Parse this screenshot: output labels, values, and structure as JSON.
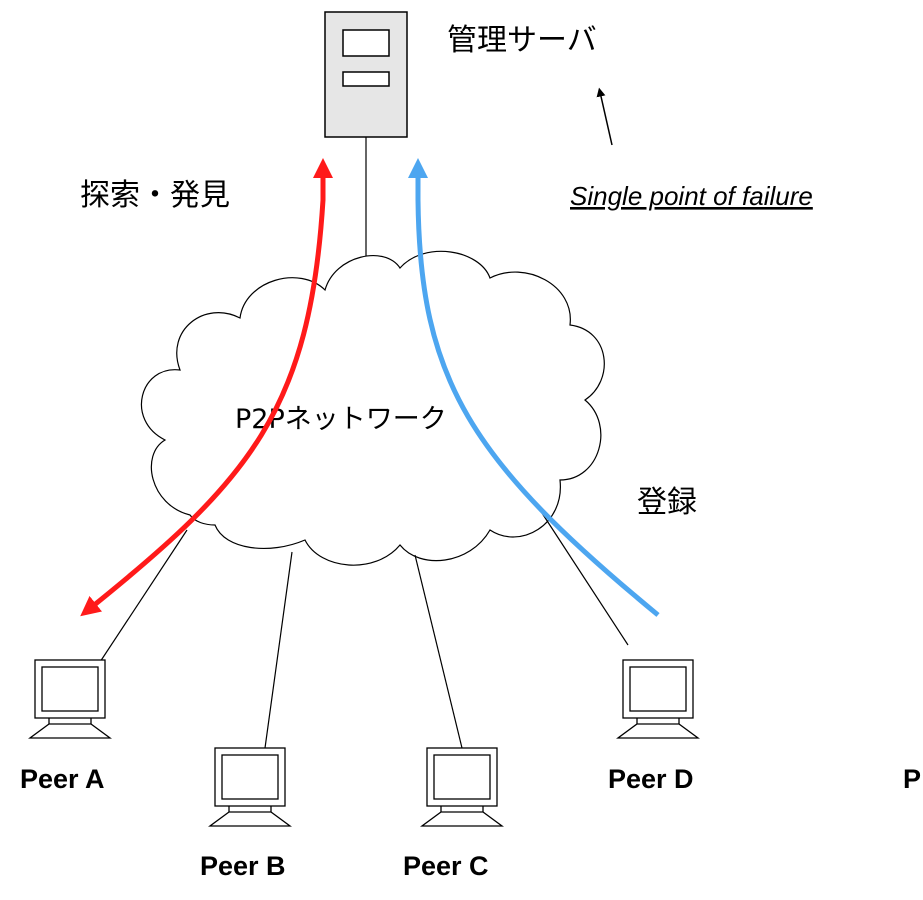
{
  "server": {
    "label": "管理サーバ"
  },
  "annotation": {
    "text": "Single point of failure"
  },
  "network": {
    "label": "P2Pネットワーク"
  },
  "flows": {
    "search": {
      "label": "探索・発見",
      "color": "#ff1a1a"
    },
    "register": {
      "label": "登録",
      "color": "#4da6f0"
    }
  },
  "peers": [
    {
      "label": "Peer A"
    },
    {
      "label": "Peer B"
    },
    {
      "label": "Peer C"
    },
    {
      "label": "Peer D"
    },
    {
      "label": "P"
    }
  ]
}
